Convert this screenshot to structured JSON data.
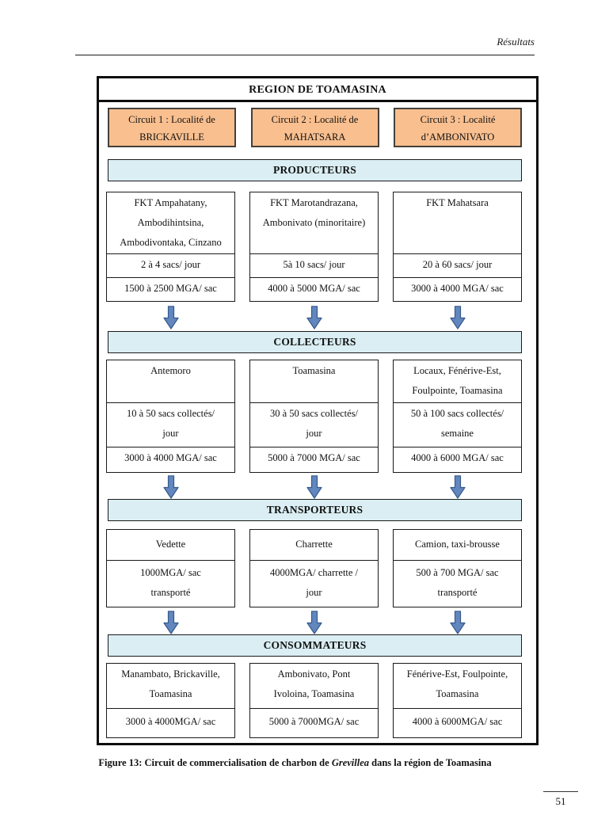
{
  "page": {
    "header_right": "Résultats",
    "page_number": "51",
    "caption": {
      "prefix": "Figure 13: Circuit de commercialisation de charbon de ",
      "italic_part": "Grevillea",
      "suffix": " dans la région de Toamasina"
    }
  },
  "diagram": {
    "title": "REGION DE TOAMASINA",
    "circuits": [
      {
        "line1": "Circuit 1 : Localité de",
        "line2": "BRICKAVILLE"
      },
      {
        "line1": "Circuit 2 : Localité de",
        "line2": "MAHATSARA"
      },
      {
        "line1": "Circuit 3 : Localité",
        "line2": "d’AMBONIVATO"
      }
    ],
    "stages": [
      {
        "label": "PRODUCTEURS",
        "boxes": [
          {
            "rows": [
              "FKT Ampahatany,\nAmbodihintsina,\nAmbodivontaka, Cinzano",
              "2 à 4 sacs/ jour",
              "1500 à 2500 MGA/ sac"
            ]
          },
          {
            "rows": [
              "FKT Marotandrazana,\nAmbonivato (minoritaire)",
              "5à 10 sacs/ jour",
              "4000 à 5000 MGA/ sac"
            ]
          },
          {
            "rows": [
              "FKT Mahatsara",
              "20 à 60 sacs/ jour",
              "3000 à 4000 MGA/ sac"
            ]
          }
        ]
      },
      {
        "label": "COLLECTEURS",
        "boxes": [
          {
            "rows": [
              "Antemoro",
              "10 à 50 sacs collectés/\njour",
              "3000 à 4000 MGA/ sac"
            ]
          },
          {
            "rows": [
              "Toamasina",
              "30 à 50 sacs collectés/\njour",
              "5000 à 7000 MGA/ sac"
            ]
          },
          {
            "rows": [
              "Locaux, Fénérive-Est,\nFoulpointe, Toamasina",
              "50 à 100 sacs collectés/\nsemaine",
              "4000 à 6000 MGA/ sac"
            ]
          }
        ]
      },
      {
        "label": "TRANSPORTEURS",
        "boxes": [
          {
            "rows": [
              "Vedette",
              "1000MGA/ sac\ntransporté"
            ]
          },
          {
            "rows": [
              "Charrette",
              "4000MGA/ charrette /\njour"
            ]
          },
          {
            "rows": [
              "Camion, taxi-brousse",
              "500 à 700 MGA/ sac\ntransporté"
            ]
          }
        ]
      },
      {
        "label": "CONSOMMATEURS",
        "boxes": [
          {
            "rows": [
              "Manambato, Brickaville,\nToamasina",
              "3000 à 4000MGA/ sac"
            ]
          },
          {
            "rows": [
              "Ambonivato, Pont\nIvoloina, Toamasina",
              "5000 à 7000MGA/ sac"
            ]
          },
          {
            "rows": [
              "Fénérive-Est, Foulpointe,\nToamasina",
              "4000 à 6000MGA/ sac"
            ]
          }
        ]
      }
    ],
    "colors": {
      "circuit_fill": "#F9BF8F",
      "circuit_border": "#44403A",
      "stage_fill": "#DAEEF3",
      "stage_border": "#1a1a1a",
      "arrow_fill": "#6287BE",
      "arrow_stroke": "#36598C"
    }
  }
}
